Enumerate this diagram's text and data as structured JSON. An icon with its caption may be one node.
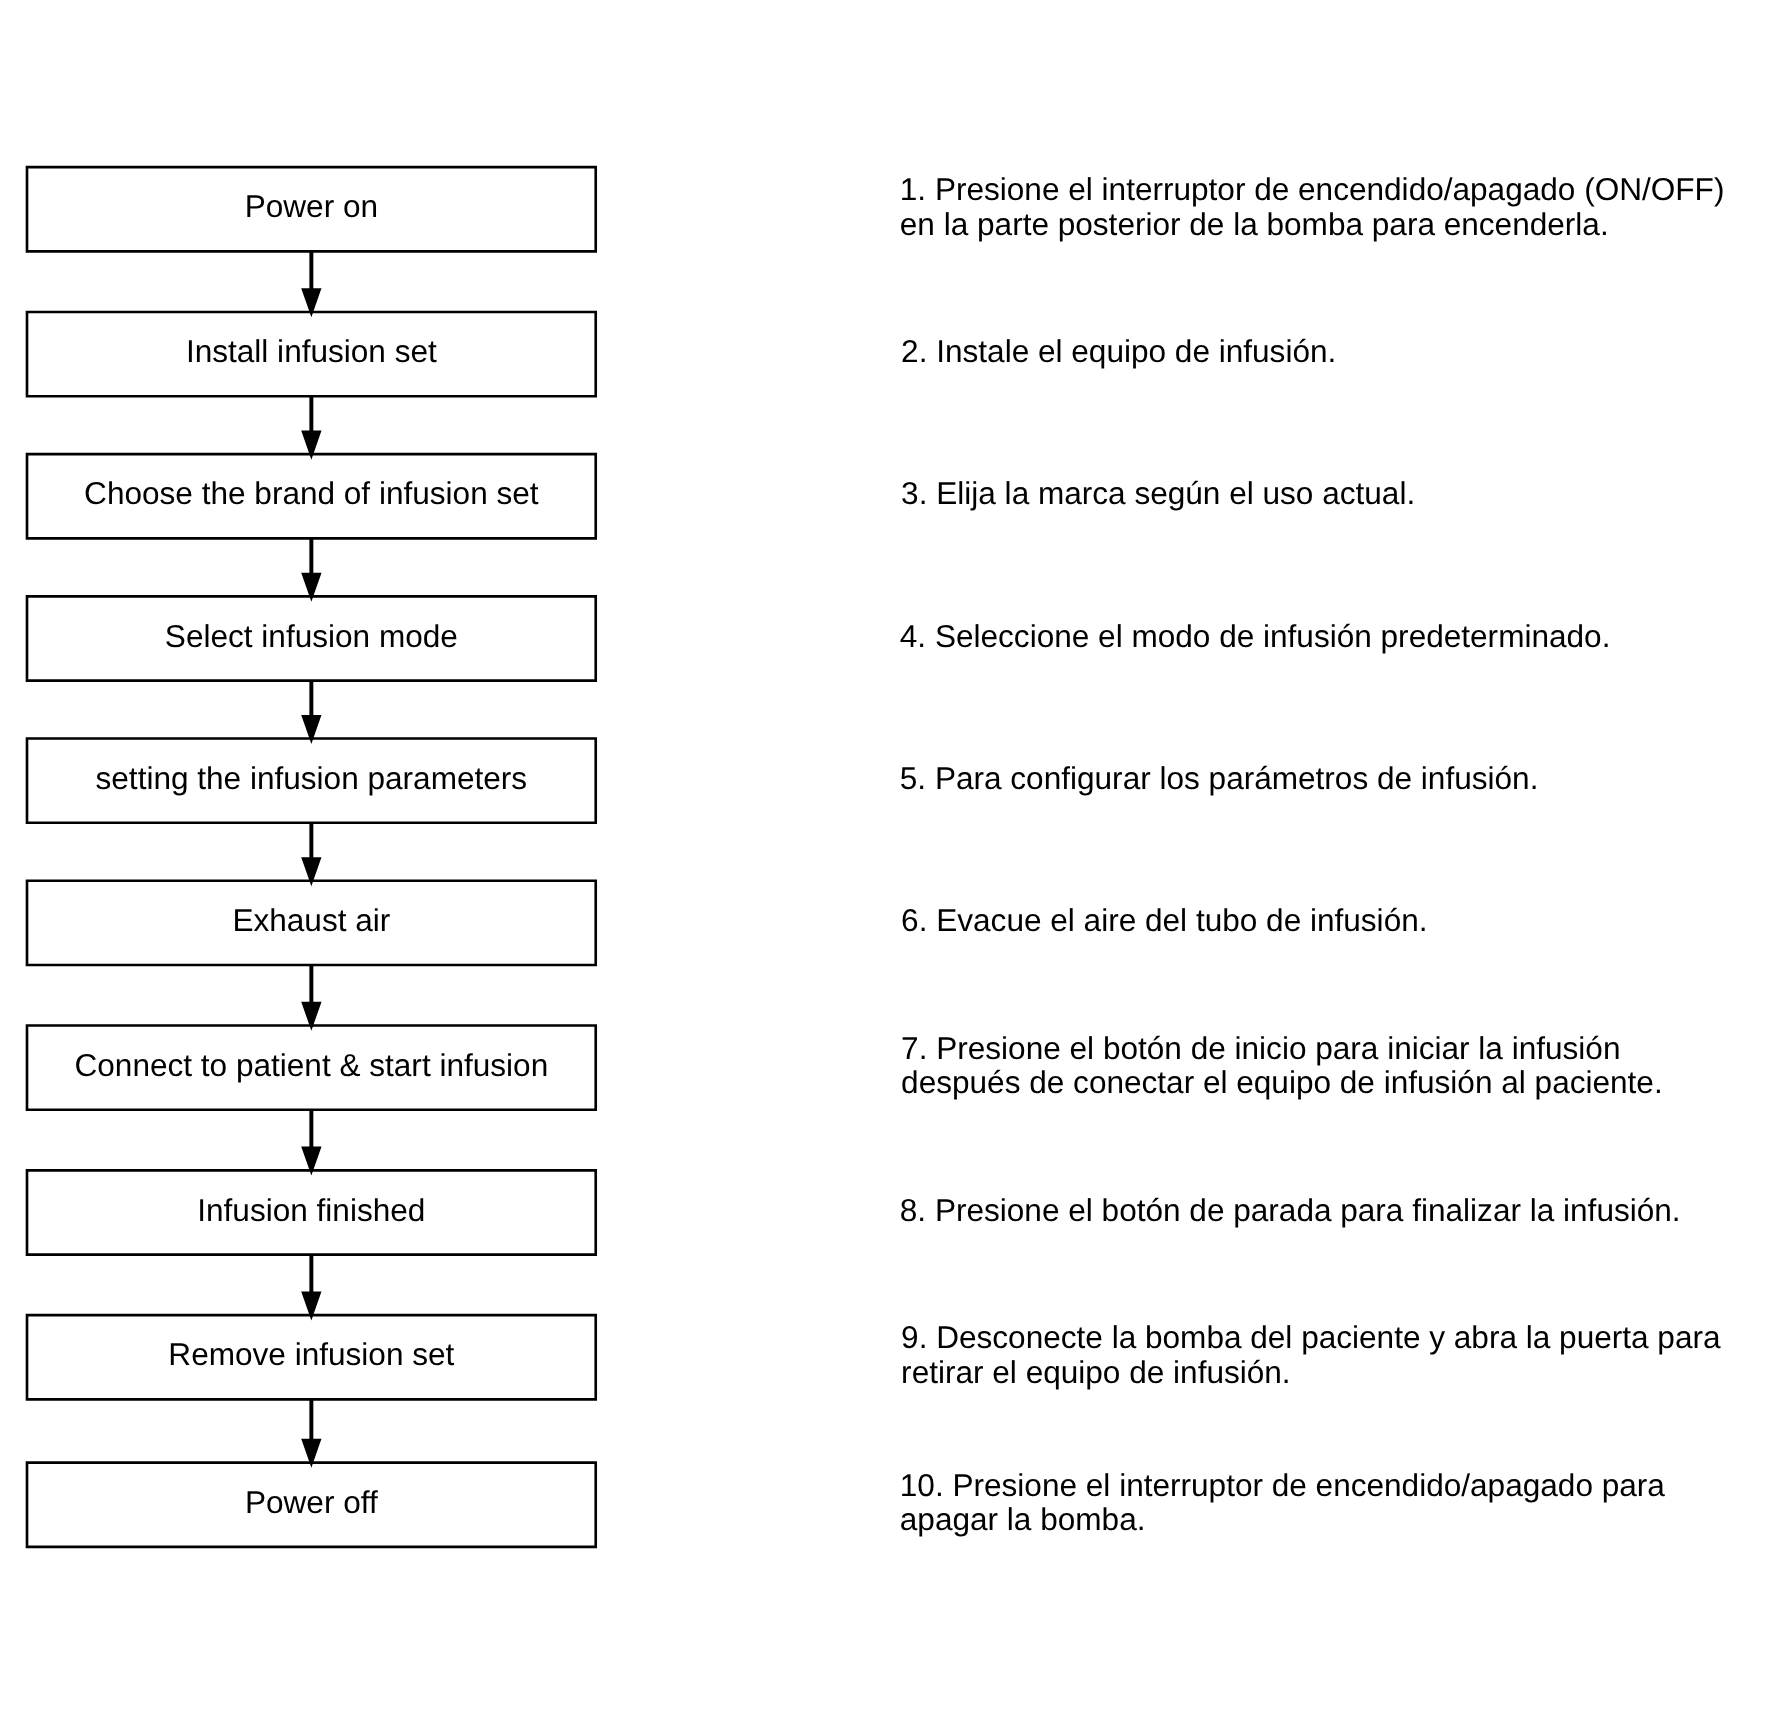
{
  "diagram": {
    "nodes": [
      {
        "text": [
          "Power on"
        ]
      },
      {
        "text": [
          "Install infusion set"
        ]
      },
      {
        "text": [
          "Choose the brand of infusion set"
        ]
      },
      {
        "text": [
          "Select infusion mode"
        ]
      },
      {
        "text": [
          "setting the infusion parameters"
        ]
      },
      {
        "text": [
          "Exhaust air"
        ]
      },
      {
        "text": [
          "Connect to patient & start infusion"
        ]
      },
      {
        "text": [
          "Infusion finished"
        ]
      },
      {
        "text": [
          "Remove infusion set"
        ]
      },
      {
        "text": [
          "Power off"
        ]
      }
    ],
    "edges": [
      {
        "from": 0,
        "to": 1,
        "arrow": "to"
      },
      {
        "from": 1,
        "to": 2,
        "arrow": "to"
      },
      {
        "from": 2,
        "to": 3,
        "arrow": "to"
      },
      {
        "from": 3,
        "to": 4,
        "arrow": "to"
      },
      {
        "from": 4,
        "to": 5,
        "arrow": "to"
      },
      {
        "from": 5,
        "to": 6,
        "arrow": "to"
      },
      {
        "from": 6,
        "to": 7,
        "arrow": "to"
      },
      {
        "from": 7,
        "to": 8,
        "arrow": "to"
      },
      {
        "from": 8,
        "to": 9,
        "arrow": "to"
      }
    ],
    "labels": [
      "1. Presione el interruptor de encendido/apagado (ON/OFF) en la parte posterior de la bomba para encenderla.",
      "2. Instale el equipo de infusión.",
      "3. Elija la marca según el uso actual.",
      "4. Seleccione el modo de infusión predeterminado.",
      "5. Para configurar los parámetros de infusión.",
      "6. Evacue el aire del tubo de infusión.",
      "7. Presione el botón de inicio para iniciar la infusión después de conectar el equipo de infusión al paciente.",
      "8. Presione el botón de parada para finalizar la infusión.",
      "9. Desconecte la bomba del paciente y abra la puerta para retirar el equipo de infusión.",
      "10. Presione el interruptor de encendido/apagado para apagar la bomba."
    ]
  }
}
